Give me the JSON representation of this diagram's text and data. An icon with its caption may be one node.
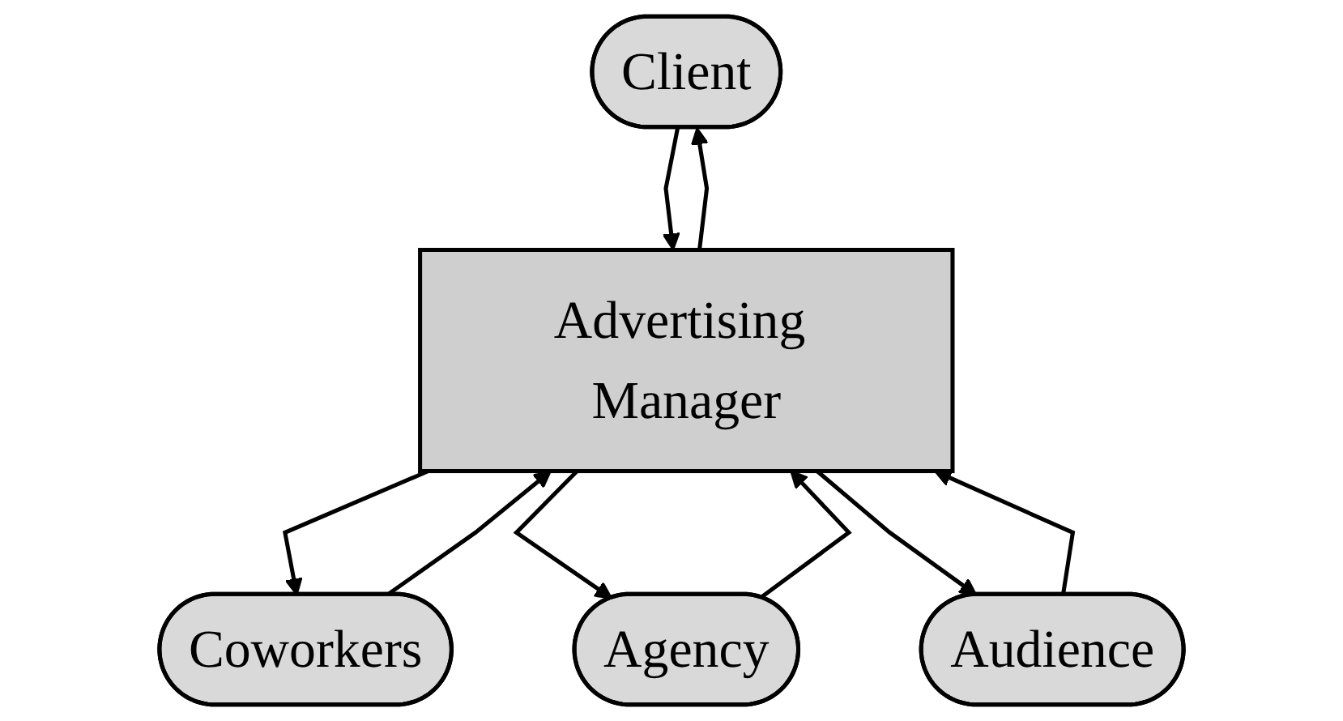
{
  "diagram": {
    "nodes": [
      {
        "text": [
          "Client"
        ]
      },
      {
        "text": [
          "Coworkers"
        ]
      },
      {
        "text": [
          "Advertising Manager"
        ]
      },
      {
        "text": [
          "Agency"
        ]
      },
      {
        "text": [
          "Audience"
        ]
      }
    ],
    "edges": [
      {
        "from": 2,
        "to": 0,
        "arrow": "to"
      },
      {
        "from": 0,
        "to": 2,
        "arrow": "to"
      },
      {
        "from": 2,
        "to": 1,
        "arrow": "to"
      },
      {
        "from": 1,
        "to": 2,
        "arrow": "to"
      },
      {
        "from": 2,
        "to": 3,
        "arrow": "to"
      },
      {
        "from": 3,
        "to": 2,
        "arrow": "to"
      },
      {
        "from": 2,
        "to": 4,
        "arrow": "to"
      },
      {
        "from": 4,
        "to": 2,
        "arrow": "to"
      }
    ]
  }
}
